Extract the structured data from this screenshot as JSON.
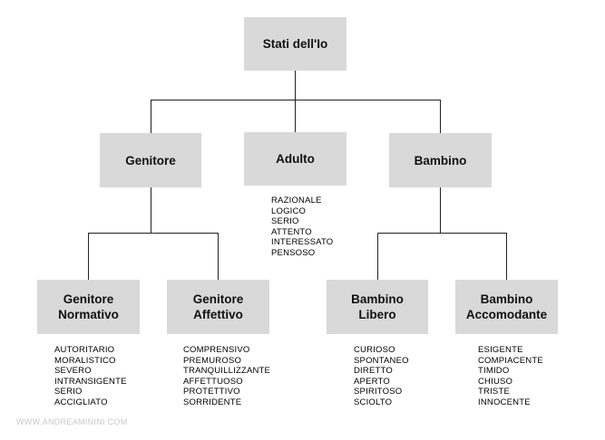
{
  "root": {
    "label": "Stati dell'Io"
  },
  "level1": [
    {
      "id": "genitore",
      "label": "Genitore"
    },
    {
      "id": "adulto",
      "label": "Adulto",
      "traits": [
        "RAZIONALE",
        "LOGICO",
        "SERIO",
        "ATTENTO",
        "INTERESSATO",
        "PENSOSO"
      ]
    },
    {
      "id": "bambino",
      "label": "Bambino"
    }
  ],
  "level2": [
    {
      "id": "genitore-normativo",
      "line1": "Genitore",
      "line2": "Normativo",
      "traits": [
        "AUTORITARIO",
        "MORALISTICO",
        "SEVERO",
        "INTRANSIGENTE",
        "SERIO",
        "ACCIGLIATO"
      ]
    },
    {
      "id": "genitore-affettivo",
      "line1": "Genitore",
      "line2": "Affettivo",
      "traits": [
        "COMPRENSIVO",
        "PREMUROSO",
        "TRANQUILLIZZANTE",
        "AFFETTUOSO",
        "PROTETTIVO",
        "SORRIDENTE"
      ]
    },
    {
      "id": "bambino-libero",
      "line1": "Bambino",
      "line2": "Libero",
      "traits": [
        "CURIOSO",
        "SPONTANEO",
        "DIRETTO",
        "APERTO",
        "SPIRITOSO",
        "SCIOLTO"
      ]
    },
    {
      "id": "bambino-accomodante",
      "line1": "Bambino",
      "line2": "Accomodante",
      "traits": [
        "ESIGENTE",
        "COMPIACENTE",
        "TIMIDO",
        "CHIUSO",
        "TRISTE",
        "INNOCENTE"
      ]
    }
  ],
  "watermark": "WWW.ANDREAMININI.COM"
}
